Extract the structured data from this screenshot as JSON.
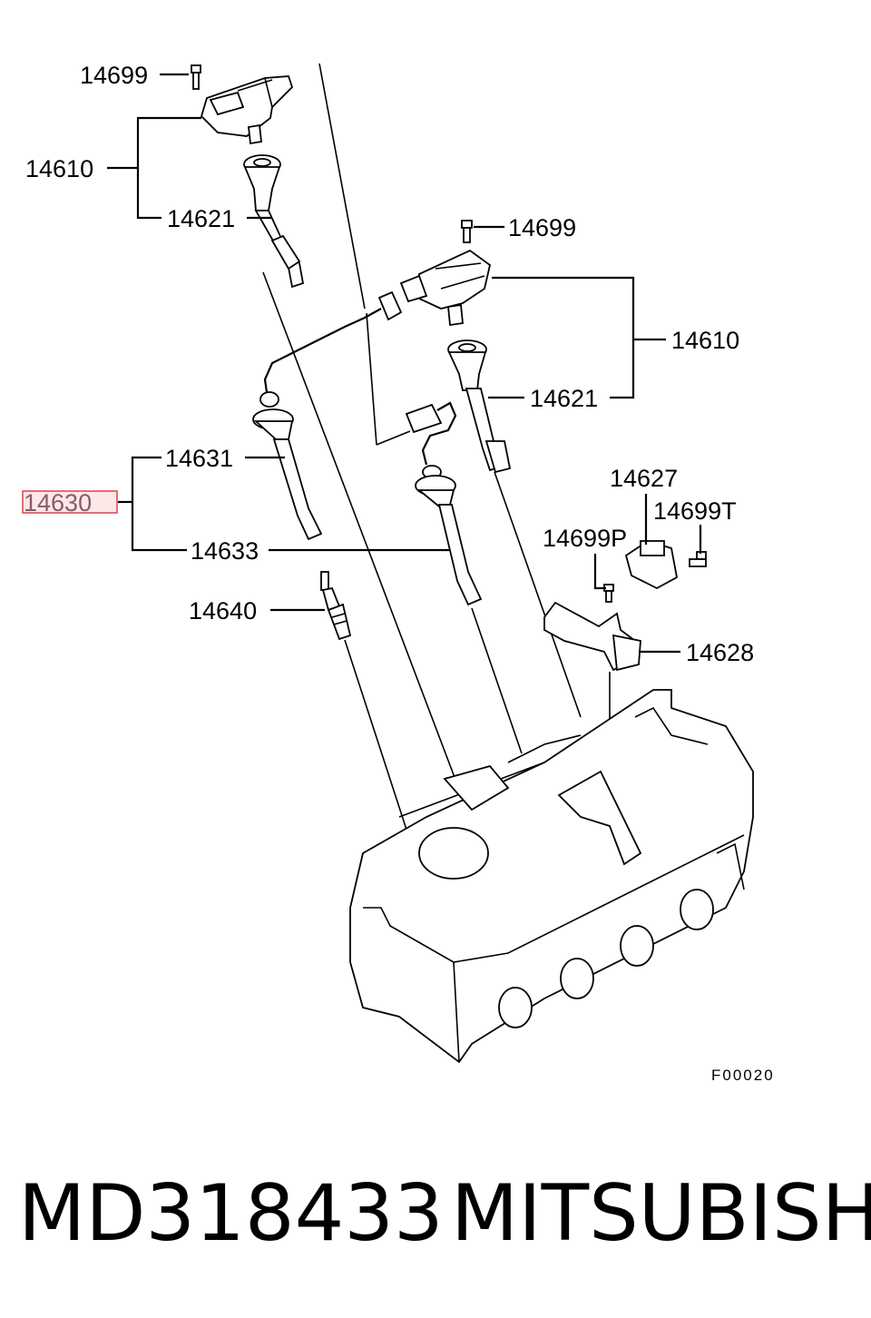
{
  "callouts": {
    "c14699_a": "14699",
    "c14610_a": "14610",
    "c14621_a": "14621",
    "c14699_b": "14699",
    "c14610_b": "14610",
    "c14621_b": "14621",
    "c14631": "14631",
    "c14630": "14630",
    "c14633": "14633",
    "c14640": "14640",
    "c14627": "14627",
    "c14699T": "14699T",
    "c14699P": "14699P",
    "c14628": "14628"
  },
  "figure_code": "F00020",
  "footer": {
    "part_number": "MD318433",
    "brand": "MITSUBISHI"
  },
  "highlight_color": "#e0404a"
}
